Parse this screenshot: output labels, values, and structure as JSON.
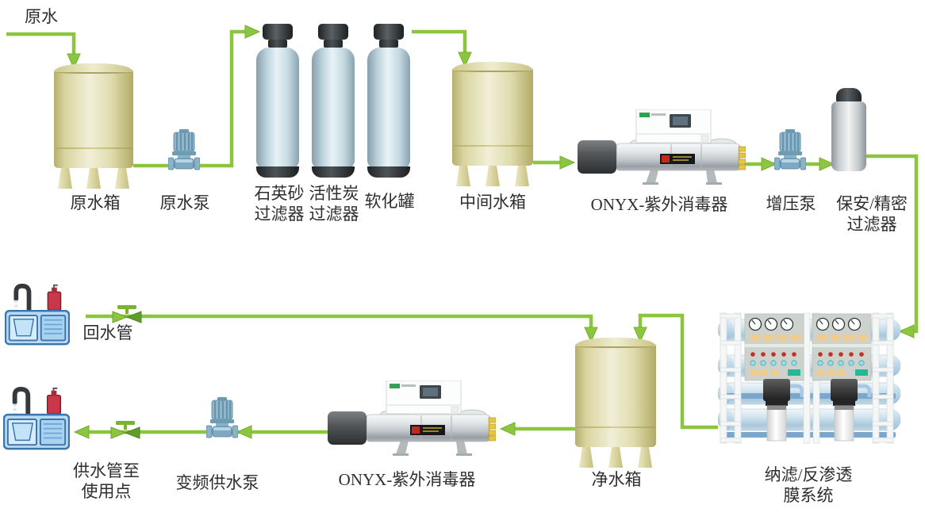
{
  "flow": {
    "source": {
      "label": "原水"
    },
    "raw_tank": {
      "label": "原水箱"
    },
    "raw_pump": {
      "label": "原水泵"
    },
    "quartz_filter": {
      "line1": "石英砂",
      "line2": "过滤器"
    },
    "carbon_filter": {
      "line1": "活性炭",
      "line2": "过滤器"
    },
    "softener_tank": {
      "label": "软化罐"
    },
    "middle_tank": {
      "label": "中间水箱"
    },
    "uv_sterilizer_top": {
      "label": "ONYX-紫外消毒器"
    },
    "booster_pump": {
      "label": "增压泵"
    },
    "cartridge_filter": {
      "line1": "保安/精密",
      "line2": "过滤器"
    },
    "membrane_system": {
      "line1": "纳滤/反渗透",
      "line2": "膜系统"
    },
    "clean_tank": {
      "label": "净水箱"
    },
    "uv_sterilizer_bottom": {
      "label": "ONYX-紫外消毒器"
    },
    "vfd_pump": {
      "label": "变频供水泵"
    },
    "supply_pipe": {
      "line1": "供水管至",
      "line2": "使用点"
    },
    "return_pipe": {
      "label": "回水管"
    }
  },
  "colors": {
    "pipe_green": "#8cc63f",
    "pipe_green_dark": "#639f2b",
    "tank_beige": "#e9e6c4",
    "filter_blue": "#cfe2ea",
    "pump_blue": "#89b3ca",
    "stainless": "#d2d6d9",
    "dark_cap": "#3a3e40",
    "fitting_yellow": "#e8c53f",
    "panel_gray": "#cdd2cd",
    "indicator_red": "#c03024",
    "indicator_cyan": "#9adce2",
    "button_amber": "#eccc90",
    "button_teal": "#27b795",
    "membrane_blue": "#c7dded",
    "sink_blue": "#b7dbf5",
    "bottle_red": "#c9374a"
  }
}
